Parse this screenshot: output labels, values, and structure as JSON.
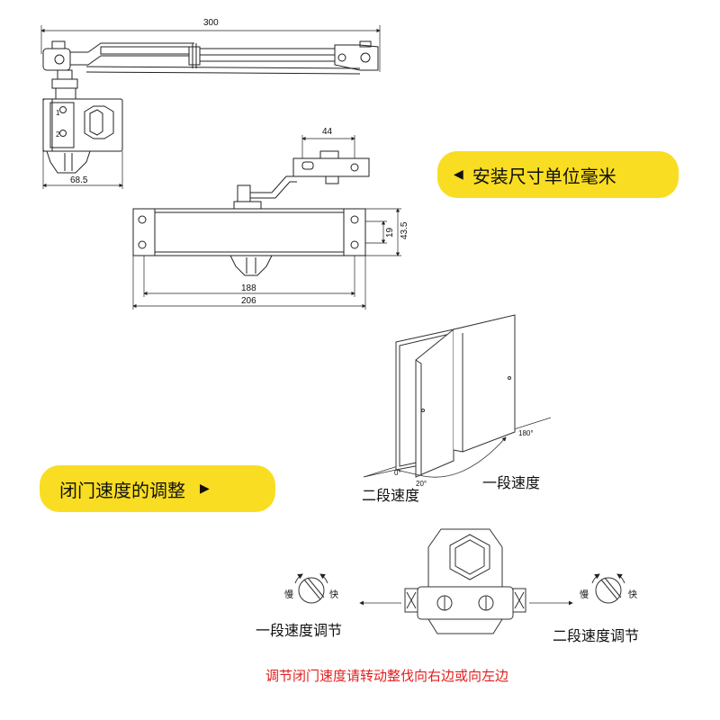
{
  "dimensions": {
    "arm_length": "300",
    "body_width": "68.5",
    "bracket_width": "44",
    "body_height": "43.5",
    "hole_spacing": "19",
    "inner_length": "188",
    "outer_length": "206"
  },
  "valve_marks": {
    "one": "1",
    "two": "2"
  },
  "pills": {
    "install_size": "安装尺寸单位毫米",
    "close_speed": "闭门速度的调整",
    "left_arrow": "◀",
    "right_arrow": "▶"
  },
  "door": {
    "angle_0": "0°",
    "angle_20": "20°",
    "angle_180": "180°",
    "stage_two_speed": "二段速度",
    "stage_one_speed": "一段速度"
  },
  "adjust": {
    "slow": "慢",
    "fast": "快",
    "stage_one_adjust": "一段速度调节",
    "stage_two_adjust": "二段速度调节"
  },
  "note": "调节闭门速度请转动整伐向右边或向左边",
  "colors": {
    "pill": "#f9dd22",
    "note": "#e21e1e",
    "line": "#222222"
  }
}
